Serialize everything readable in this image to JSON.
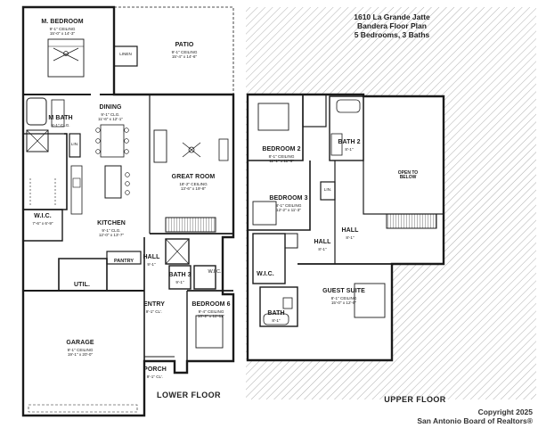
{
  "title": {
    "address": "1610 La Grande Jatte",
    "plan_name": "Bandera Floor Plan",
    "summary": "5 Bedrooms, 3 Baths"
  },
  "floors": {
    "lower": "LOWER FLOOR",
    "upper": "UPPER FLOOR"
  },
  "watermark": {
    "line1": "Copyright 2025",
    "line2": "San Antonio Board of Realtors®"
  },
  "lower_rooms": {
    "m_bedroom": {
      "name": "M. BEDROOM",
      "l1": "9'-1\" CEILING",
      "l2": "15'-0\" x 14'-3\""
    },
    "patio": {
      "name": "PATIO",
      "l1": "9'-1\" CEILING",
      "l2": "15'-4\" x 14'-6\""
    },
    "linen": {
      "name": "LINEN"
    },
    "m_bath": {
      "name": "M BATH",
      "l1": "9'-1\" CLG."
    },
    "dining": {
      "name": "DINING",
      "l1": "9'-1\" CLG.",
      "l2": "11'-6\" x 12'-1\""
    },
    "lin": {
      "name": "LIN."
    },
    "great_room": {
      "name": "GREAT ROOM",
      "l1": "18'-2\" CEILING",
      "l2": "13'-6\" x 19'-8\""
    },
    "wic": {
      "name": "W.I.C.",
      "l1": "7'-6\" x 6'-9\""
    },
    "kitchen": {
      "name": "KITCHEN",
      "l1": "9'-1\" CLG.",
      "l2": "12'-0\" x 13'-7\""
    },
    "pantry": {
      "name": "PANTRY"
    },
    "hall": {
      "name": "HALL",
      "l1": "9'-1\""
    },
    "util": {
      "name": "UTIL."
    },
    "bath3": {
      "name": "BATH 3",
      "l1": "9'-1\""
    },
    "wic2": {
      "name": "W.I.C."
    },
    "entry": {
      "name": "ENTRY",
      "l1": "9'-1\" CL'."
    },
    "bedroom6": {
      "name": "BEDROOM 6",
      "l1": "9'-4\" CEILING",
      "l2": "10'-2\" x 11'-11\""
    },
    "garage": {
      "name": "GARAGE",
      "l1": "9'-1\" CEILING",
      "l2": "19'-1\" x 20'-0\""
    },
    "porch": {
      "name": "PORCH",
      "l1": "9'-1\" CL'."
    }
  },
  "upper_rooms": {
    "bedroom2": {
      "name": "BEDROOM 2",
      "l1": "8'-1\" CEILING",
      "l2": "11'-1\" x 11'-6\""
    },
    "bath2": {
      "name": "BATH 2",
      "l1": "8'-1\""
    },
    "open_below": {
      "l1": "OPEN TO",
      "l2": "BELOW"
    },
    "bedroom3": {
      "name": "BEDROOM 3",
      "l1": "8'-1\" CEILING",
      "l2": "12'-2\" x 11'-3\""
    },
    "lin": {
      "name": "LIN."
    },
    "hall_right": {
      "name": "HALL",
      "l1": "8'-1\""
    },
    "hall_left": {
      "name": "HALL",
      "l1": "8'-1\""
    },
    "wic": {
      "name": "W.I.C."
    },
    "guest_suite": {
      "name": "GUEST SUITE",
      "l1": "8'-1\" CEILING",
      "l2": "15'-0\" x 12'-9\""
    },
    "bath": {
      "name": "BATH",
      "l1": "8'-1\""
    }
  }
}
